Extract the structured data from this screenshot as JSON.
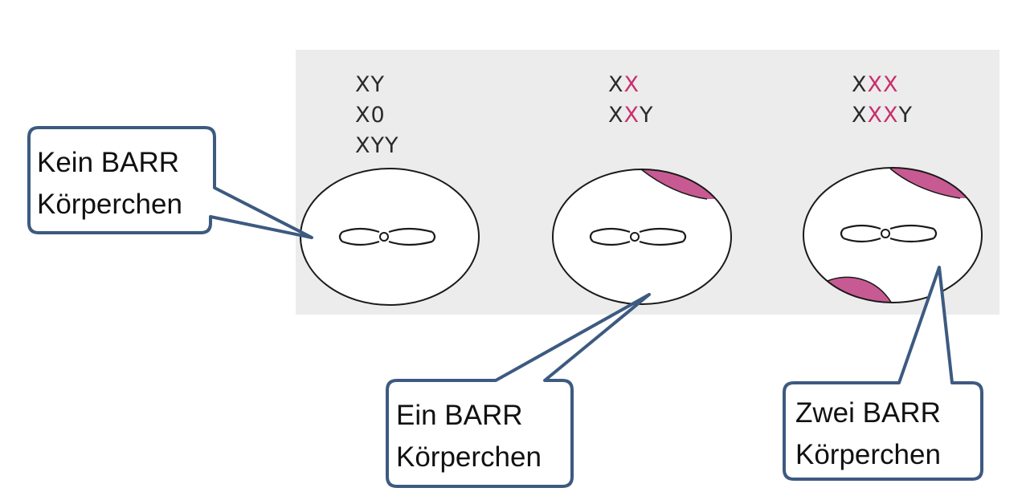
{
  "colors": {
    "barr_body": "#c85a93",
    "callout_border": "#3d5a80",
    "pink_chromosome": "#c8306c",
    "text": "#2b2b2b"
  },
  "cells": [
    {
      "genotypes": [
        [
          {
            "t": "XY",
            "pink": false
          }
        ],
        [
          {
            "t": "X0",
            "pink": false
          }
        ],
        [
          {
            "t": "XYY",
            "pink": false
          }
        ]
      ],
      "barr_bodies": 0,
      "callout": [
        "Kein BARR",
        "Körperchen"
      ]
    },
    {
      "genotypes": [
        [
          {
            "t": "X",
            "pink": false
          },
          {
            "t": "X",
            "pink": true
          }
        ],
        [
          {
            "t": "X",
            "pink": false
          },
          {
            "t": "X",
            "pink": true
          },
          {
            "t": "Y",
            "pink": false
          }
        ]
      ],
      "barr_bodies": 1,
      "callout": [
        "Ein BARR",
        "Körperchen"
      ]
    },
    {
      "genotypes": [
        [
          {
            "t": "X",
            "pink": false
          },
          {
            "t": "XX",
            "pink": true
          }
        ],
        [
          {
            "t": "X",
            "pink": false
          },
          {
            "t": "XX",
            "pink": true
          },
          {
            "t": "Y",
            "pink": false
          }
        ]
      ],
      "barr_bodies": 2,
      "callout": [
        "Zwei BARR",
        "Körperchen"
      ]
    }
  ]
}
